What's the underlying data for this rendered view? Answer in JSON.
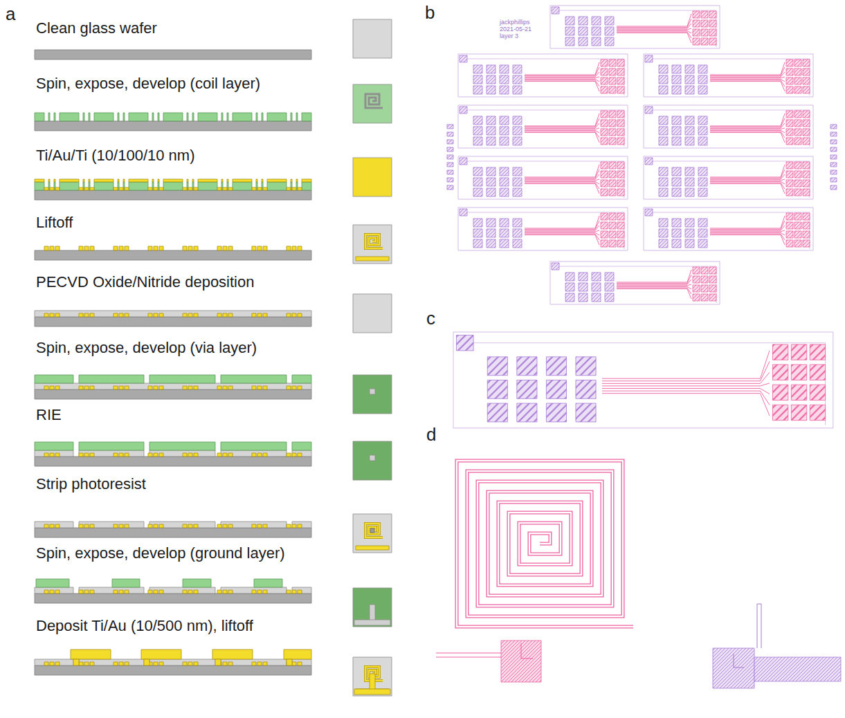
{
  "diagram": {
    "labels": [
      "a",
      "Clean glass wafer",
      "Spin, expose, develop (coil layer)",
      "Ti/Au/Ti (10/100/10 nm)",
      "Liftoff",
      "PECVD Oxide/Nitride deposition",
      "Spin, expose, develop (via layer)",
      "RIE",
      "Strip photoresist",
      "Spin, expose, develop (ground layer)",
      "Deposit Ti/Au (10/500 nm), liftoff",
      "b",
      "jackphillips",
      "2021-05-21",
      "layer 3",
      "c",
      "d"
    ]
  }
}
